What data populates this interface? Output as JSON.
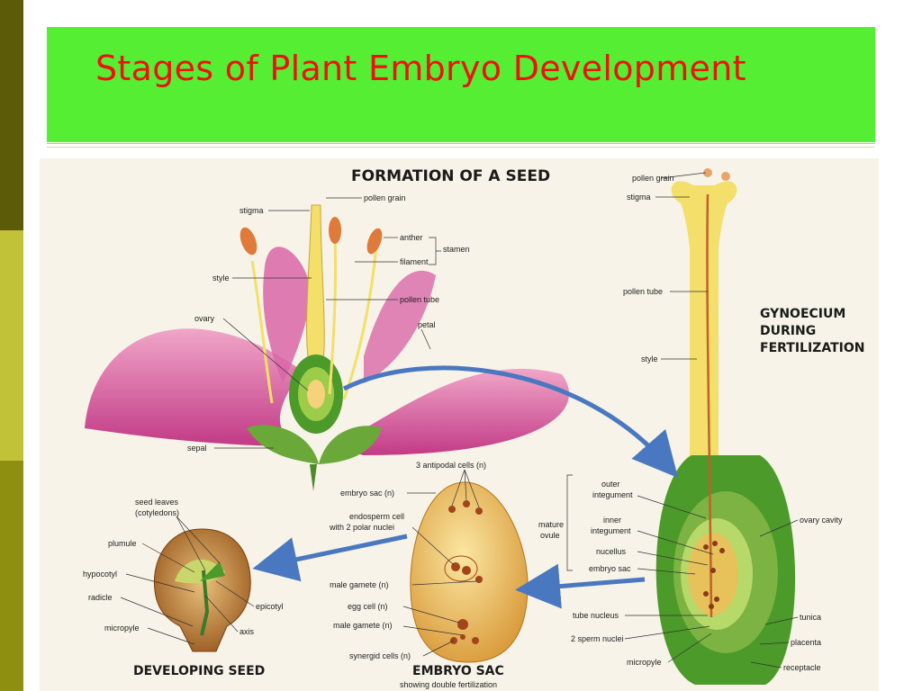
{
  "title": "Stages of Plant Embryo Development",
  "colors": {
    "title_bg": "#55ee33",
    "title_text": "#ee1111",
    "side_bar_dark": "#5c5c08",
    "side_bar_light": "#c2c238",
    "diagram_bg": "#f7f3e8",
    "arrow": "#4a78c0",
    "petal": "#d34a92",
    "style_tube": "#f3df6a",
    "ovary_green": "#4c9a2a"
  },
  "diagram": {
    "main_heading": "FORMATION OF A SEED",
    "gynoecium_heading": [
      "GYNOECIUM",
      "DURING",
      "FERTILIZATION"
    ],
    "developing_seed_heading": "DEVELOPING SEED",
    "embryo_sac_heading": "EMBRYO SAC",
    "embryo_sac_subheading": "showing double fertilization",
    "flower_labels": {
      "stigma": "stigma",
      "pollen_grain": "pollen grain",
      "anther": "anther",
      "stamen": "stamen",
      "filament": "filament",
      "style": "style",
      "pollen_tube": "pollen tube",
      "ovary": "ovary",
      "petal": "petal",
      "sepal": "sepal"
    },
    "gynoecium_labels": {
      "pollen_grain": "pollen grain",
      "stigma": "stigma",
      "pollen_tube": "pollen tube",
      "style": "style",
      "outer_integument": [
        "outer",
        "integument"
      ],
      "inner_integument": [
        "inner",
        "integument"
      ],
      "mature_ovule": [
        "mature",
        "ovule"
      ],
      "nucellus": "nucellus",
      "embryo_sac": "embryo sac",
      "ovary_cavity": "ovary cavity",
      "tube_nucleus": "tube nucleus",
      "sperm_nuclei": "2 sperm nuclei",
      "micropyle": "micropyle",
      "tunica": "tunica",
      "placenta": "placenta",
      "receptacle": "receptacle"
    },
    "embryo_sac_labels": {
      "antipodal_cells": "3 antipodal cells (n)",
      "embryo_sac": "embryo sac (n)",
      "endosperm_cell": [
        "endosperm cell",
        "with 2 polar nuclei"
      ],
      "male_gamete_1": "male gamete (n)",
      "egg_cell": "egg cell (n)",
      "male_gamete_2": "male gamete (n)",
      "synergid_cells": "synergid cells (n)"
    },
    "seed_labels": {
      "seed_leaves": [
        "seed leaves",
        "(cotyledons)"
      ],
      "plumule": "plumule",
      "hypocotyl": "hypocotyl",
      "radicle": "radicle",
      "micropyle": "micropyle",
      "epicotyl": "epicotyl",
      "axis": "axis"
    }
  }
}
